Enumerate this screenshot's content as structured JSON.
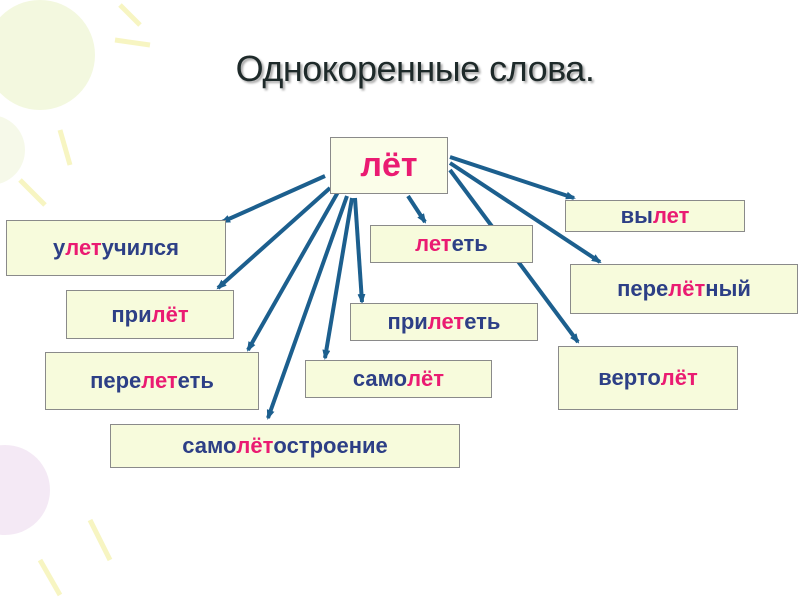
{
  "title": "Однокоренные слова.",
  "colors": {
    "root_highlight": "#ea1b72",
    "word_text": "#2d3f86",
    "arrow": "#1c5f8e",
    "box_fill": "#f7fbdc"
  },
  "root": {
    "text": "лёт"
  },
  "words": [
    {
      "id": "uletuchilsya",
      "parts": [
        {
          "text": "у",
          "hl": false
        },
        {
          "text": "лет",
          "hl": true
        },
        {
          "text": "учился",
          "hl": false
        }
      ]
    },
    {
      "id": "prilet",
      "parts": [
        {
          "text": "при",
          "hl": false
        },
        {
          "text": "лёт",
          "hl": true
        }
      ]
    },
    {
      "id": "pereletet",
      "parts": [
        {
          "text": "пере",
          "hl": false
        },
        {
          "text": "лет",
          "hl": true
        },
        {
          "text": "еть",
          "hl": false
        }
      ]
    },
    {
      "id": "samoletostroenie",
      "parts": [
        {
          "text": "само",
          "hl": false
        },
        {
          "text": "лёт",
          "hl": true
        },
        {
          "text": "остроение",
          "hl": false
        }
      ]
    },
    {
      "id": "letet",
      "parts": [
        {
          "text": "лет",
          "hl": true
        },
        {
          "text": "еть",
          "hl": false
        }
      ]
    },
    {
      "id": "priletet",
      "parts": [
        {
          "text": "при",
          "hl": false
        },
        {
          "text": "лет",
          "hl": true
        },
        {
          "text": "еть",
          "hl": false
        }
      ]
    },
    {
      "id": "samolet",
      "parts": [
        {
          "text": "само",
          "hl": false
        },
        {
          "text": "лёт",
          "hl": true
        }
      ]
    },
    {
      "id": "vylet",
      "parts": [
        {
          "text": "вы",
          "hl": false
        },
        {
          "text": "лет",
          "hl": true
        }
      ]
    },
    {
      "id": "pereletnyy",
      "parts": [
        {
          "text": "пере",
          "hl": false
        },
        {
          "text": "лёт",
          "hl": true
        },
        {
          "text": "ный",
          "hl": false
        }
      ]
    },
    {
      "id": "vertolet",
      "parts": [
        {
          "text": "верто",
          "hl": false
        },
        {
          "text": "лёт",
          "hl": true
        }
      ]
    }
  ]
}
